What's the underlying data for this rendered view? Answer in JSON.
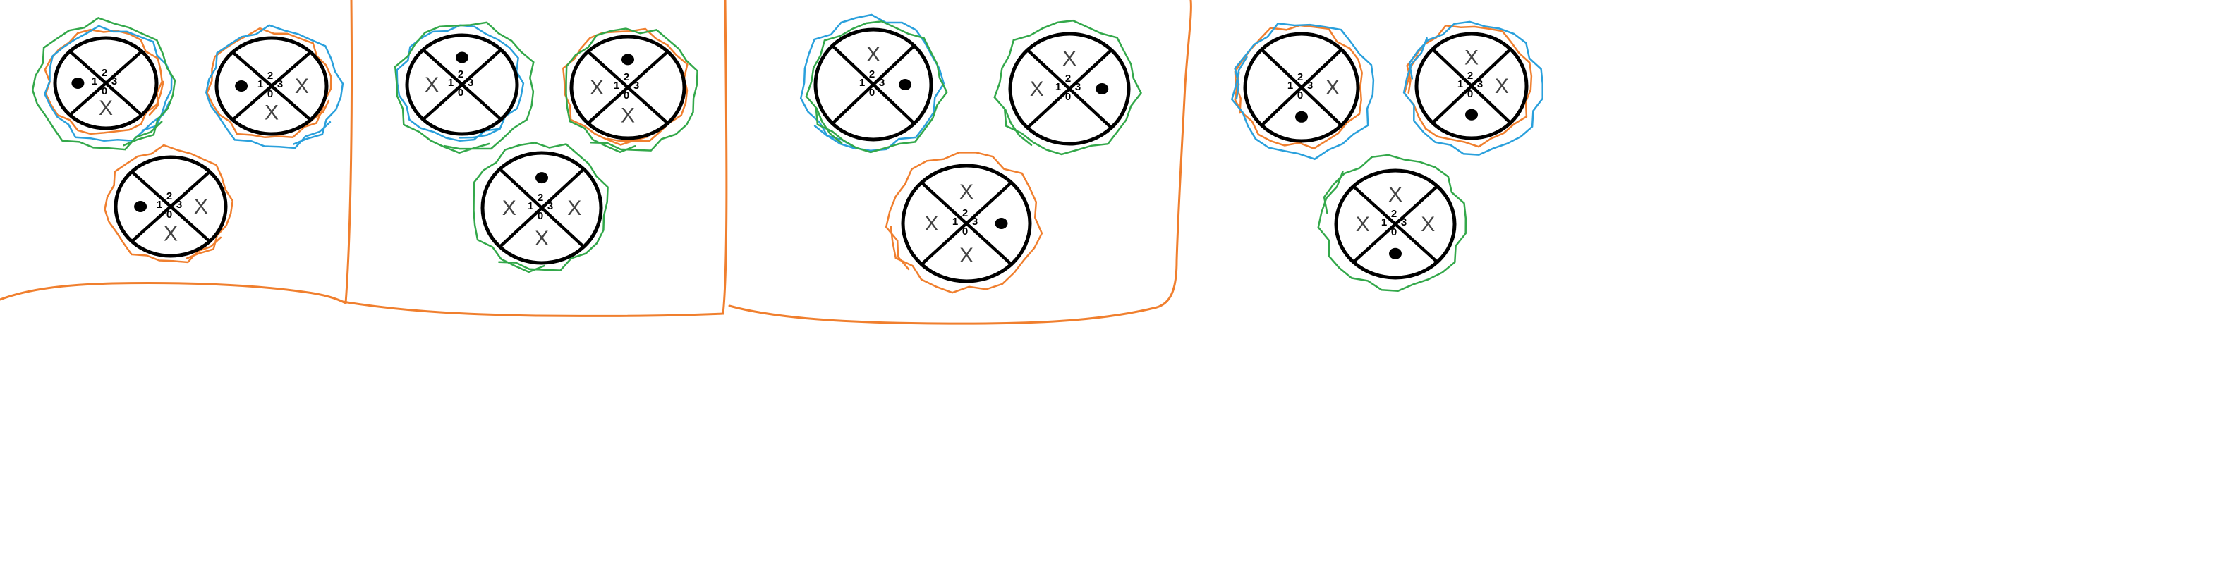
{
  "colors": {
    "ink": "#000000",
    "orange": "#f07f2e",
    "blue": "#2aa0dc",
    "green": "#33a84a",
    "background": "#ffffff"
  },
  "sector_labels": [
    "2",
    "3",
    "0",
    "1"
  ],
  "symbols": {
    "dot": "dot",
    "cross": "X"
  },
  "groups": [
    {
      "wheels": [
        {
          "cells": [
            "",
            "",
            "X",
            "dot"
          ]
        },
        {
          "cells": [
            "",
            "X",
            "X",
            "dot"
          ]
        },
        {
          "cells": [
            "",
            "X",
            "X",
            "dot"
          ]
        }
      ]
    },
    {
      "wheels": [
        {
          "cells": [
            "dot",
            "",
            "",
            "X"
          ]
        },
        {
          "cells": [
            "dot",
            "",
            "X",
            "X"
          ]
        },
        {
          "cells": [
            "dot",
            "X",
            "X",
            "X"
          ]
        }
      ]
    },
    {
      "wheels": [
        {
          "cells": [
            "X",
            "dot",
            "",
            ""
          ]
        },
        {
          "cells": [
            "X",
            "dot",
            "",
            "X"
          ]
        },
        {
          "cells": [
            "X",
            "dot",
            "X",
            "X"
          ]
        }
      ]
    },
    {
      "wheels": [
        {
          "cells": [
            "",
            "X",
            "dot",
            ""
          ]
        },
        {
          "cells": [
            "X",
            "X",
            "dot",
            ""
          ]
        },
        {
          "cells": [
            "X",
            "X",
            "dot",
            "X"
          ]
        }
      ]
    }
  ]
}
